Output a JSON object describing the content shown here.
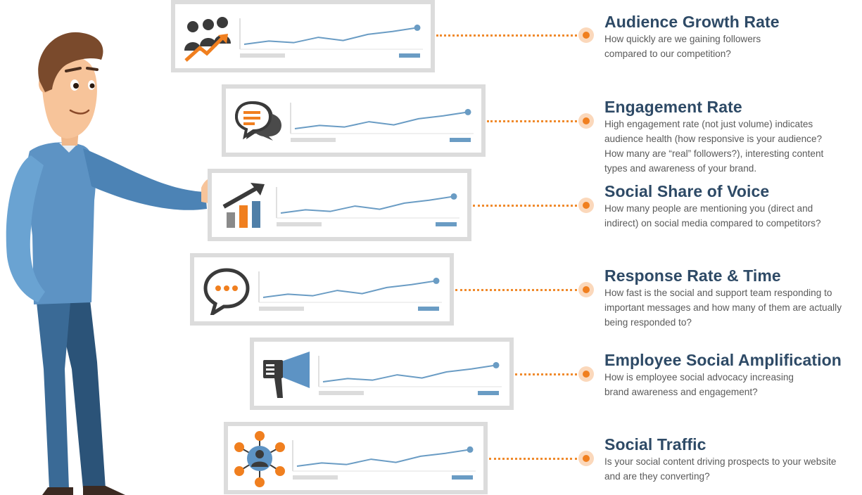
{
  "metrics": [
    {
      "title": "Audience Growth Rate",
      "description": "How quickly are we gaining followers\ncompared to our competition?",
      "icon": "audience-growth-icon"
    },
    {
      "title": "Engagement Rate",
      "description": "High engagement rate (not just volume) indicates\naudience health (how responsive is your audience?\nHow many are “real” followers?), interesting content\ntypes and awareness of your brand.",
      "icon": "chat-bubbles-icon"
    },
    {
      "title": "Social Share of Voice",
      "description": "How many people are mentioning you (direct and\nindirect) on social media compared to competitors?",
      "icon": "bar-chart-arrow-icon"
    },
    {
      "title": "Response Rate & Time",
      "description": "How fast is the social and support team responding to\nimportant messages and how many of them are actually\nbeing responded to?",
      "icon": "speech-bubble-icon"
    },
    {
      "title": "Employee Social Amplification",
      "description": "How is employee social advocacy increasing\nbrand awareness and engagement?",
      "icon": "megaphone-icon"
    },
    {
      "title": "Social Traffic",
      "description": "Is your social content driving prospects to your website\nand are they converting?",
      "icon": "network-icon"
    }
  ],
  "colors": {
    "title": "#2e4a66",
    "body": "#5a5a5a",
    "accent": "#f07f1f",
    "line": "#6a9cc4",
    "card_border": "#dcdcdc"
  }
}
